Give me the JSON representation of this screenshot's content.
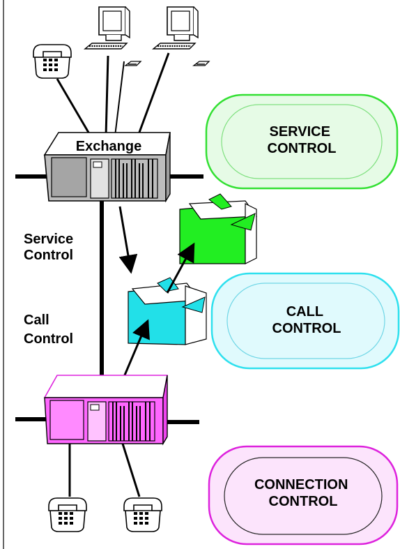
{
  "labels": {
    "exchange": "Exchange",
    "left_service": [
      "Service",
      "Control"
    ],
    "left_call": [
      "Call",
      "Control"
    ]
  },
  "capsules": [
    {
      "id": "service",
      "lines": [
        "SERVICE",
        "CONTROL"
      ],
      "border": "#33e033",
      "fill": "#e6fbe6",
      "inner_border": "#7fe07f"
    },
    {
      "id": "call",
      "lines": [
        "CALL",
        "CONTROL"
      ],
      "border": "#2ee0ee",
      "fill": "#e0fafd",
      "inner_border": "#6fd6e6"
    },
    {
      "id": "connection",
      "lines": [
        "CONNECTION",
        "CONTROL"
      ],
      "border": "#dd22dd",
      "fill": "#fce4fc",
      "inner_border": "#222222"
    }
  ],
  "colors": {
    "service_box": "#22ee22",
    "call_box": "#22e0e8",
    "lower_exchange": "#ff66ff",
    "upper_exchange": "#bdbdbd",
    "line": "#000000"
  },
  "icons": {
    "telephones": "telephone-icon",
    "terminals": "computer-terminal-icon",
    "exchanges": "exchange-switch-icon",
    "control_boxes": "open-box-icon"
  }
}
